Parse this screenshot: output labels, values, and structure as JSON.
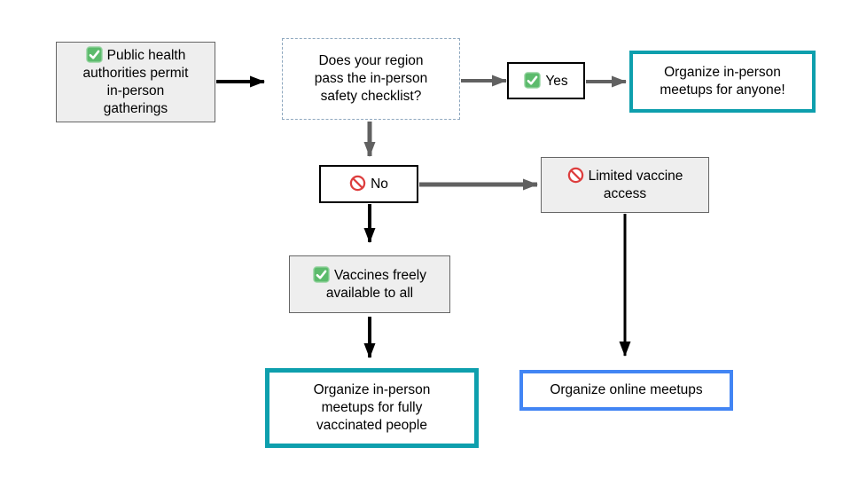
{
  "colors": {
    "background": "#FFFFFF",
    "text": "#000000",
    "teal_border": "#0E9FAD",
    "blue_border": "#4285F4",
    "node_gray_bg": "#EEEEEE",
    "node_gray_border": "#666666",
    "node_black_border": "#000000",
    "dashed_border": "#8FA8BF",
    "arrow_black": "#000000",
    "arrow_gray": "#616161",
    "check_green": "#5CBB6C",
    "no_red": "#DD3E3E"
  },
  "icons": {
    "check": "green check-mark square",
    "no": "red prohibition circle"
  },
  "nodes": {
    "public_health": {
      "icon": "check",
      "lines": [
        "Public health",
        "authorities permit",
        "in-person",
        "gatherings"
      ]
    },
    "checklist_question": {
      "lines": [
        "Does your region",
        "pass the in-person",
        "safety checklist?"
      ]
    },
    "yes": {
      "icon": "check",
      "lines": [
        "Yes"
      ]
    },
    "organize_anyone": {
      "lines": [
        "Organize in-person",
        "meetups for anyone!"
      ]
    },
    "no": {
      "icon": "no",
      "lines": [
        "No"
      ]
    },
    "limited_vaccine": {
      "icon": "no",
      "lines": [
        "Limited vaccine",
        "access"
      ]
    },
    "vaccines_free": {
      "icon": "check",
      "lines": [
        "Vaccines freely",
        "available to all"
      ]
    },
    "organize_vaccinated": {
      "lines": [
        "Organize in-person",
        "meetups for fully",
        "vaccinated people"
      ]
    },
    "organize_online": {
      "lines": [
        "Organize online meetups"
      ]
    }
  }
}
